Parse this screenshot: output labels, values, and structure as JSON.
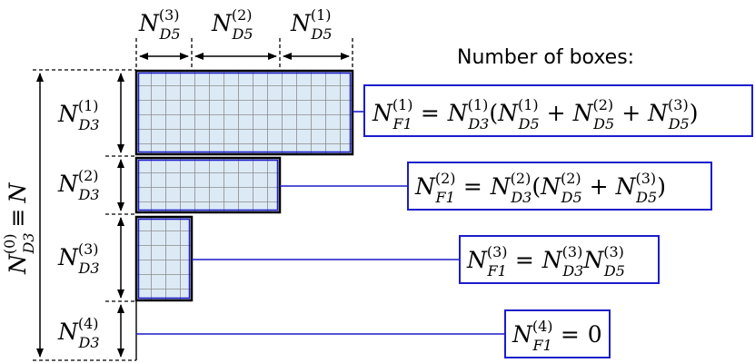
{
  "title": "Number of boxes:",
  "symbols": {
    "N": "N",
    "D5": "D5",
    "D3": "D3",
    "F1": "F1",
    "eq": "=",
    "equiv": "≡",
    "plus": "+",
    "lparen": "(",
    "rparen": ")",
    "zero": "0"
  },
  "superscripts": {
    "s0": "(0)",
    "s1": "(1)",
    "s2": "(2)",
    "s3": "(3)",
    "s4": "(4)"
  },
  "column_labels": [
    {
      "sup": "(3)",
      "sub": "D5"
    },
    {
      "sup": "(2)",
      "sub": "D5"
    },
    {
      "sup": "(1)",
      "sub": "D5"
    }
  ],
  "row_labels": [
    {
      "sup": "(1)",
      "sub": "D3"
    },
    {
      "sup": "(2)",
      "sub": "D3"
    },
    {
      "sup": "(3)",
      "sub": "D3"
    },
    {
      "sup": "(4)",
      "sub": "D3"
    }
  ],
  "vertical_label": {
    "sup": "(0)",
    "sub": "D3",
    "rhs": "N"
  },
  "colors": {
    "grid_fill": "#dceaf6",
    "grid_line": "#8c8c8c",
    "box_border": "#1c1ccc",
    "outline": "#000000"
  }
}
